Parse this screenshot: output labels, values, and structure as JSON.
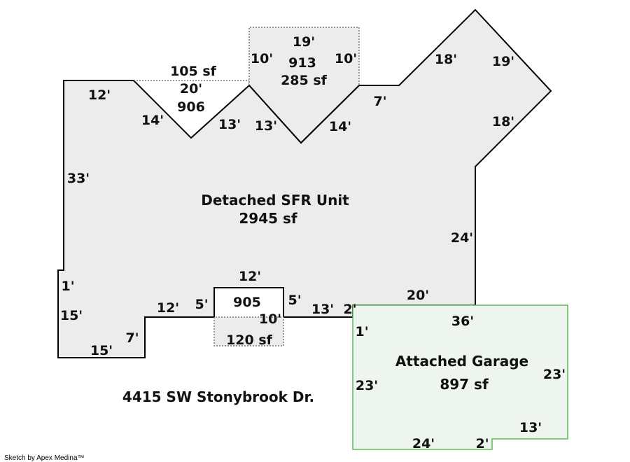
{
  "colors": {
    "main_fill": "#ececec",
    "main_stroke": "#000000",
    "garage_fill": "#eef5ee",
    "garage_stroke": "#5cb85c",
    "addition_stroke": "#777777"
  },
  "main_area": {
    "name": "Detached SFR Unit",
    "area": "2945 sf"
  },
  "garage": {
    "name": "Attached Garage",
    "area": "897 sf"
  },
  "additions": [
    {
      "code": "906",
      "area": "105 sf",
      "dim": "20'"
    },
    {
      "code": "913",
      "area": "285 sf",
      "dim_top": "19'",
      "dim_left": "10'",
      "dim_right": "10'"
    },
    {
      "code": "905",
      "area": "120 sf",
      "dim": "10'"
    }
  ],
  "dimensions": {
    "main": [
      "12'",
      "14'",
      "13'",
      "13'",
      "14'",
      "7'",
      "18'",
      "19'",
      "18'",
      "33'",
      "24'",
      "1'",
      "15'",
      "15'",
      "7'",
      "12'",
      "5'",
      "12'",
      "5'",
      "13'",
      "2'",
      "20'"
    ],
    "garage": [
      "36'",
      "1'",
      "23'",
      "23'",
      "13'",
      "24'",
      "2'"
    ]
  },
  "address": "4415 SW Stonybrook Dr.",
  "credit": "Sketch by Apex Medina™"
}
